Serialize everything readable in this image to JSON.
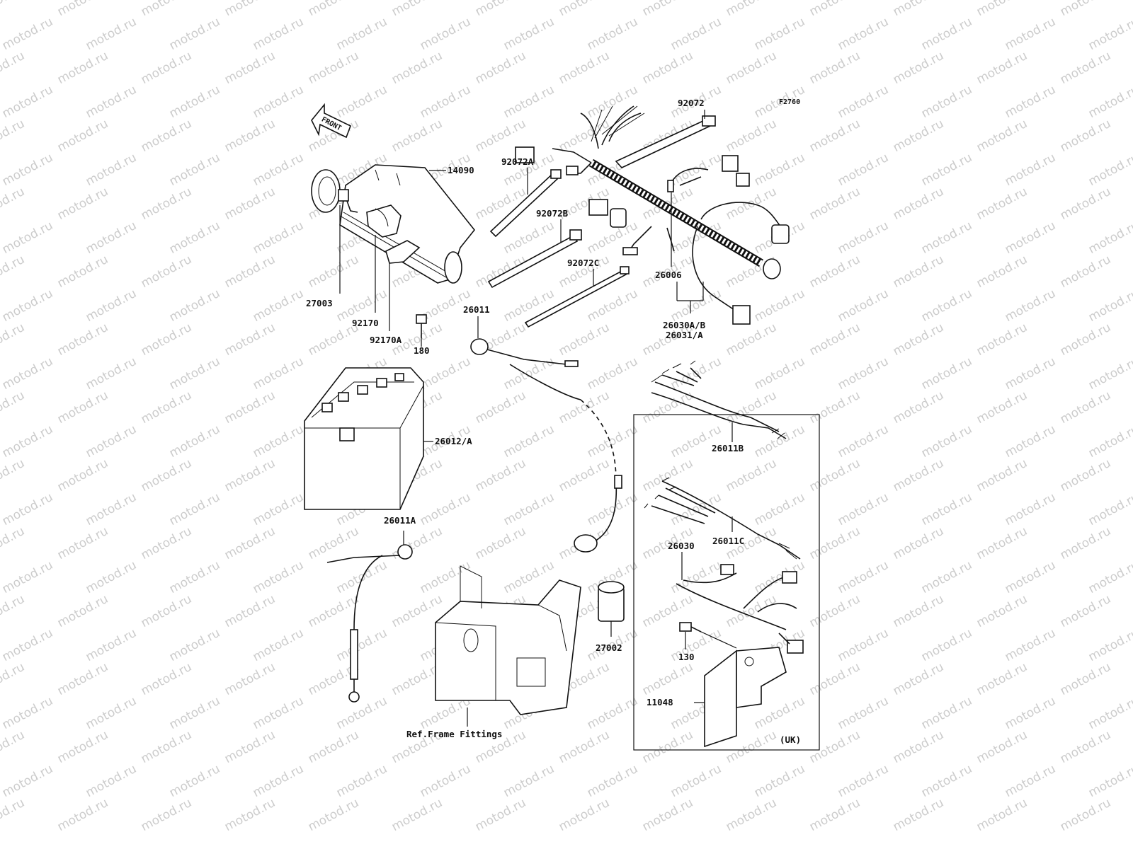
{
  "diagram": {
    "figure_code": "F2760",
    "direction_label": "FRONT",
    "region_note": "(UK)",
    "reference_note": "Ref.Frame Fittings",
    "watermark": "motod.ru",
    "parts": [
      {
        "id": "92072",
        "label": "92072"
      },
      {
        "id": "92072A",
        "label": "92072A"
      },
      {
        "id": "92072B",
        "label": "92072B"
      },
      {
        "id": "92072C",
        "label": "92072C"
      },
      {
        "id": "14090",
        "label": "14090"
      },
      {
        "id": "27003",
        "label": "27003"
      },
      {
        "id": "92170",
        "label": "92170"
      },
      {
        "id": "92170A",
        "label": "92170A"
      },
      {
        "id": "180",
        "label": "180"
      },
      {
        "id": "26011",
        "label": "26011"
      },
      {
        "id": "26006",
        "label": "26006"
      },
      {
        "id": "26030AB",
        "label": "26030A/B"
      },
      {
        "id": "26031A",
        "label": "26031/A"
      },
      {
        "id": "26012A",
        "label": "26012/A"
      },
      {
        "id": "26011B",
        "label": "26011B"
      },
      {
        "id": "26011A",
        "label": "26011A"
      },
      {
        "id": "26011C",
        "label": "26011C"
      },
      {
        "id": "26030",
        "label": "26030"
      },
      {
        "id": "27002",
        "label": "27002"
      },
      {
        "id": "130",
        "label": "130"
      },
      {
        "id": "11048",
        "label": "11048"
      }
    ]
  }
}
